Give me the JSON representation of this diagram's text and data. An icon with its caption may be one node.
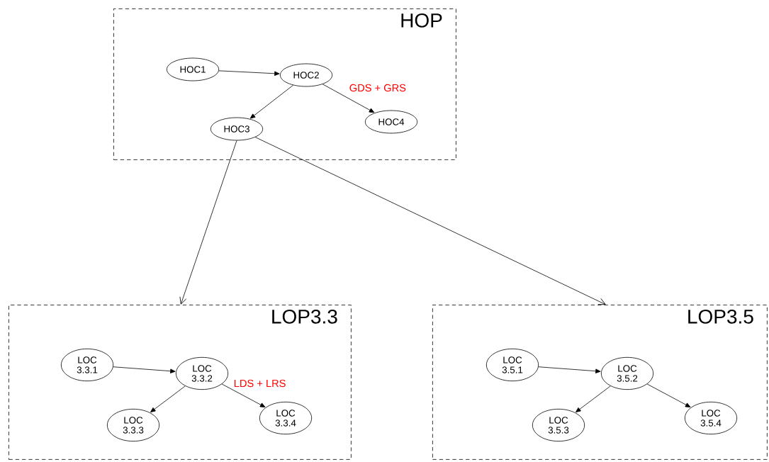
{
  "diagram": {
    "nodes": [
      {
        "text": [
          "HOP"
        ]
      },
      {
        "text": [
          "HOC1"
        ],
        "in": 0
      },
      {
        "text": [
          "HOC2"
        ],
        "in": 0
      },
      {
        "text": [
          "HOC3"
        ],
        "in": 0
      },
      {
        "text": [
          "HOC4"
        ],
        "in": 0
      },
      {
        "text": [
          "LOP3.3"
        ]
      },
      {
        "text": [
          "LOC 3.3.1"
        ],
        "in": 5
      },
      {
        "text": [
          "LOC 3.3.2"
        ],
        "in": 5
      },
      {
        "text": [
          "LOC 3.3.3"
        ],
        "in": 5
      },
      {
        "text": [
          "LOC 3.3.4"
        ],
        "in": 5
      },
      {
        "text": [
          "LOP3.5"
        ]
      },
      {
        "text": [
          "LOC 3.5.1"
        ],
        "in": 10
      },
      {
        "text": [
          "LOC 3.5.2"
        ],
        "in": 10
      },
      {
        "text": [
          "LOC 3.5.3"
        ],
        "in": 10
      },
      {
        "text": [
          "LOC 3.5.4"
        ],
        "in": 10
      }
    ],
    "edges": [
      {
        "from": 1,
        "to": 2,
        "arrow": "to"
      },
      {
        "from": 2,
        "to": 3,
        "arrow": "to"
      },
      {
        "from": 2,
        "to": 4,
        "arrow": "to"
      },
      {
        "from": 3,
        "to": 5,
        "arrow": "to"
      },
      {
        "from": 3,
        "to": 10,
        "arrow": "to"
      },
      {
        "from": 6,
        "to": 7,
        "arrow": "to"
      },
      {
        "from": 7,
        "to": 8,
        "arrow": "to"
      },
      {
        "from": 7,
        "to": 9,
        "arrow": "to"
      },
      {
        "from": 11,
        "to": 12,
        "arrow": "to"
      },
      {
        "from": 12,
        "to": 13,
        "arrow": "to"
      },
      {
        "from": 12,
        "to": 14,
        "arrow": "to"
      }
    ],
    "labels": [
      "GDS + GRS",
      "LDS + LRS"
    ]
  }
}
